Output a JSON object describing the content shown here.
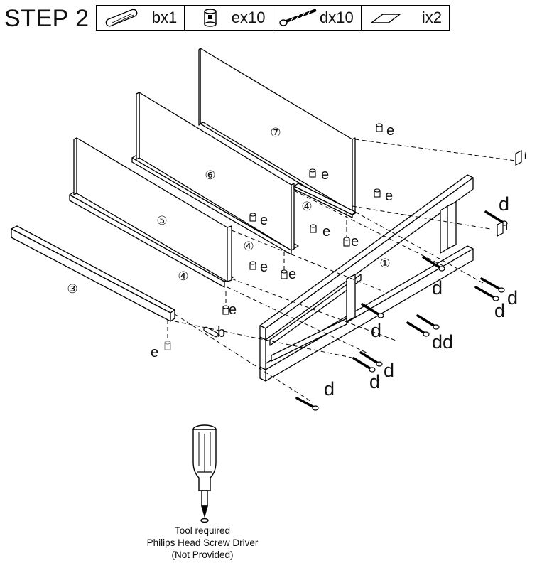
{
  "header": {
    "step_title": "STEP 2",
    "parts": [
      {
        "icon": "dowel-icon",
        "qty": "bx1"
      },
      {
        "icon": "cam-lock-icon",
        "qty": "ex10"
      },
      {
        "icon": "screw-icon",
        "qty": "dx10"
      },
      {
        "icon": "bracket-icon",
        "qty": "ix2"
      }
    ]
  },
  "panels": {
    "p1": "①",
    "p3": "③",
    "p4a": "④",
    "p4b": "④",
    "p4c": "④",
    "p5": "⑤",
    "p6": "⑥",
    "p7": "⑦"
  },
  "hardware_labels": {
    "b": "b",
    "e": "e",
    "d": "d",
    "dd": "dd",
    "i": "i"
  },
  "tool": {
    "line1": "Tool required",
    "line2": "Philips Head Screw Driver",
    "line3": "(Not Provided)"
  }
}
